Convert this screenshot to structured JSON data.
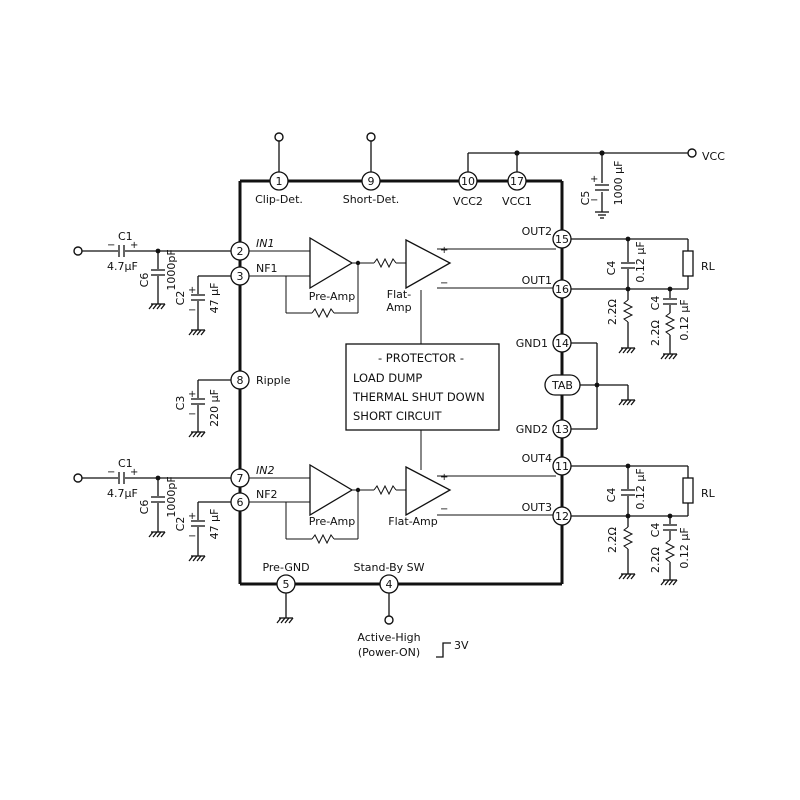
{
  "pins": {
    "p1": "1",
    "p2": "2",
    "p3": "3",
    "p4": "4",
    "p5": "5",
    "p6": "6",
    "p7": "7",
    "p8": "8",
    "p9": "9",
    "p10": "10",
    "p11": "11",
    "p12": "12",
    "p13": "13",
    "p14": "14",
    "p15": "15",
    "p16": "16",
    "p17": "17"
  },
  "labels": {
    "clip_det": "Clip-Det.",
    "short_det": "Short-Det.",
    "vcc2": "VCC2",
    "vcc1": "VCC1",
    "vcc": "VCC",
    "in1": "IN1",
    "nf1": "NF1",
    "in2": "IN2",
    "nf2": "NF2",
    "ripple": "Ripple",
    "pre_gnd": "Pre-GND",
    "stand_by": "Stand-By SW",
    "out1": "OUT1",
    "out2": "OUT2",
    "out3": "OUT3",
    "out4": "OUT4",
    "gnd1": "GND1",
    "gnd2": "GND2",
    "tab": "TAB",
    "pre_amp_top": "Pre-Amp",
    "flat_amp_top_1": "Flat-",
    "flat_amp_top_2": "Amp",
    "pre_amp_bottom": "Pre-Amp",
    "flat_amp_bottom": "Flat-Amp",
    "active_high": "Active-High",
    "power_on": "(Power-ON)",
    "three_v": "3V",
    "plus": "+",
    "minus": "−"
  },
  "protector": {
    "title": "- PROTECTOR -",
    "line1": "LOAD DUMP",
    "line2": "THERMAL SHUT DOWN",
    "line3": "SHORT CIRCUIT"
  },
  "components": {
    "c1": "C1",
    "c1_val": "4.7μF",
    "c2": "C2",
    "c2_val": "47 μF",
    "c3": "C3",
    "c3_val": "220 μF",
    "c4": "C4",
    "c4_val": "0.12 μF",
    "c5": "C5",
    "c5_val": "1000 μF",
    "c6": "C6",
    "c6_val": "1000pF",
    "r_ohm": "2.2Ω",
    "rl": "RL"
  }
}
